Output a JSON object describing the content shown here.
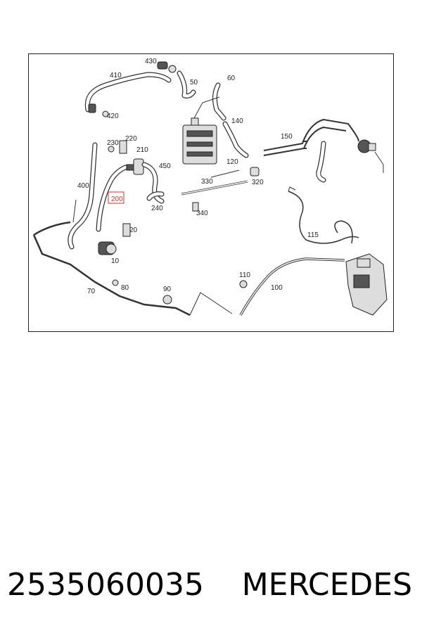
{
  "diagram": {
    "callouts": {
      "c10": "10",
      "c20": "20",
      "c50": "50",
      "c60": "60",
      "c70": "70",
      "c80": "80",
      "c90": "90",
      "c100": "100",
      "c110": "110",
      "c115": "115",
      "c120": "120",
      "c140": "140",
      "c150": "150",
      "c200": "200",
      "c210": "210",
      "c220": "220",
      "c230": "230",
      "c240": "240",
      "c320": "320",
      "c330": "330",
      "c340": "340",
      "c400": "400",
      "c410": "410",
      "c420": "420",
      "c430": "430",
      "c450": "450"
    },
    "highlight_color": "#d9534f"
  },
  "footer": {
    "part_number": "2535060035",
    "brand": "MERCEDES"
  }
}
